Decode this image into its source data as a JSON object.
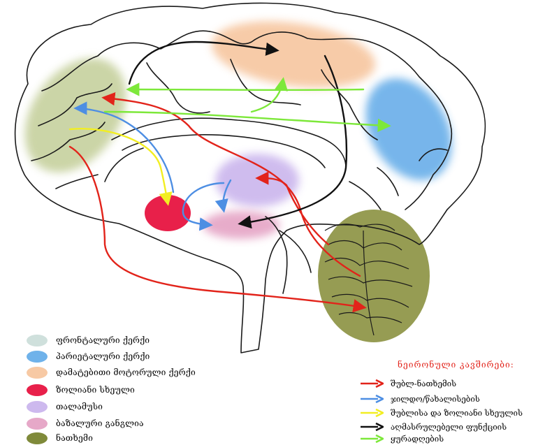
{
  "colors": {
    "frontal": "#cfe0dc",
    "parietal": "#6fb2ea",
    "premotor": "#f7c9a4",
    "striatum": "#e8204a",
    "thalamus": "#cdb9ee",
    "basal": "#e6a8c8",
    "cerebellum": "#7f8a3a",
    "frontal_region_fill": "#c9d3a3",
    "cerebellum_fill": "#8d9444",
    "arrow_red": "#e2231a",
    "arrow_blue": "#4d8ee3",
    "arrow_yellow": "#f2ee22",
    "arrow_black": "#111111",
    "arrow_green": "#7de83a"
  },
  "legend": [
    {
      "key": "frontal",
      "label": "ფრონტალური ქერქი"
    },
    {
      "key": "parietal",
      "label": "პარიეტალური ქერქი"
    },
    {
      "key": "premotor",
      "label": "დამატებითი მოტორული ქერქი"
    },
    {
      "key": "striatum",
      "label": "ზოლიანი სხეული"
    },
    {
      "key": "thalamus",
      "label": "თალამუსი"
    },
    {
      "key": "basal",
      "label": "ბაზალური განგლია"
    },
    {
      "key": "cerebellum",
      "label": "ნათხემი"
    }
  ],
  "connections": {
    "title": "ნეირონული კავშირები:",
    "items": [
      {
        "color": "arrow_red",
        "label": "შუბლ-ნათხემის"
      },
      {
        "color": "arrow_blue",
        "label": "ჯილდო/წახალისების"
      },
      {
        "color": "arrow_yellow",
        "label": "შუბლისა და ზოლიანი სხეულის"
      },
      {
        "color": "arrow_black",
        "label": "აღმასრულებელი ფუნქციის"
      },
      {
        "color": "arrow_green",
        "label": "ყურადღების"
      }
    ]
  }
}
